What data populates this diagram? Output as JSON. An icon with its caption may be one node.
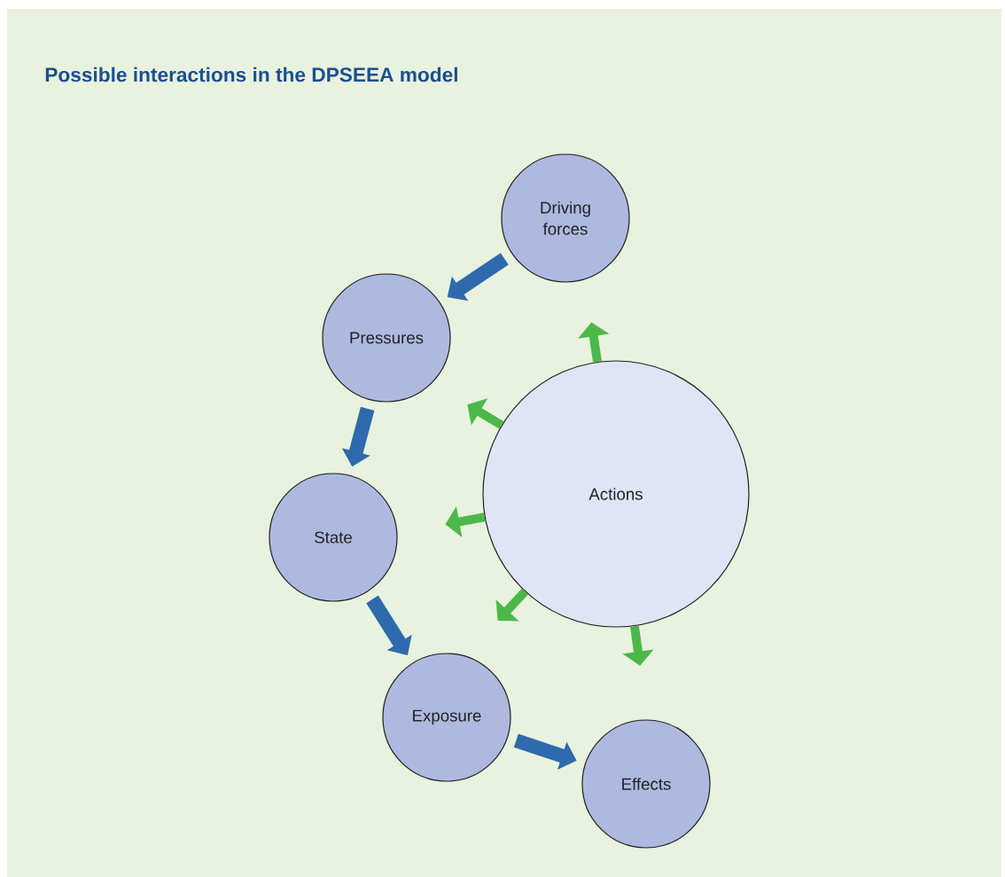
{
  "diagram": {
    "title": "Possible interactions in the DPSEEA model",
    "nodes": [
      {
        "text": [
          "Driving forces"
        ]
      },
      {
        "text": [
          "Pressures"
        ]
      },
      {
        "text": [
          "State"
        ]
      },
      {
        "text": [
          "Exposure"
        ]
      },
      {
        "text": [
          "Effects"
        ]
      },
      {
        "text": [
          "Actions"
        ]
      }
    ],
    "edges": [
      {
        "from": 0,
        "to": 1,
        "arrow": "to",
        "color": "#2e6aad"
      },
      {
        "from": 1,
        "to": 2,
        "arrow": "to",
        "color": "#2e6aad"
      },
      {
        "from": 2,
        "to": 3,
        "arrow": "to",
        "color": "#2e6aad"
      },
      {
        "from": 3,
        "to": 4,
        "arrow": "to",
        "color": "#2e6aad"
      },
      {
        "from": 5,
        "to": null,
        "arrow": "to"
      },
      {
        "from": 5,
        "to": null,
        "arrow": "to"
      },
      {
        "from": 5,
        "to": null,
        "arrow": "to"
      },
      {
        "from": 5,
        "to": null,
        "arrow": "to"
      },
      {
        "from": 5,
        "to": null,
        "arrow": "to"
      }
    ]
  }
}
